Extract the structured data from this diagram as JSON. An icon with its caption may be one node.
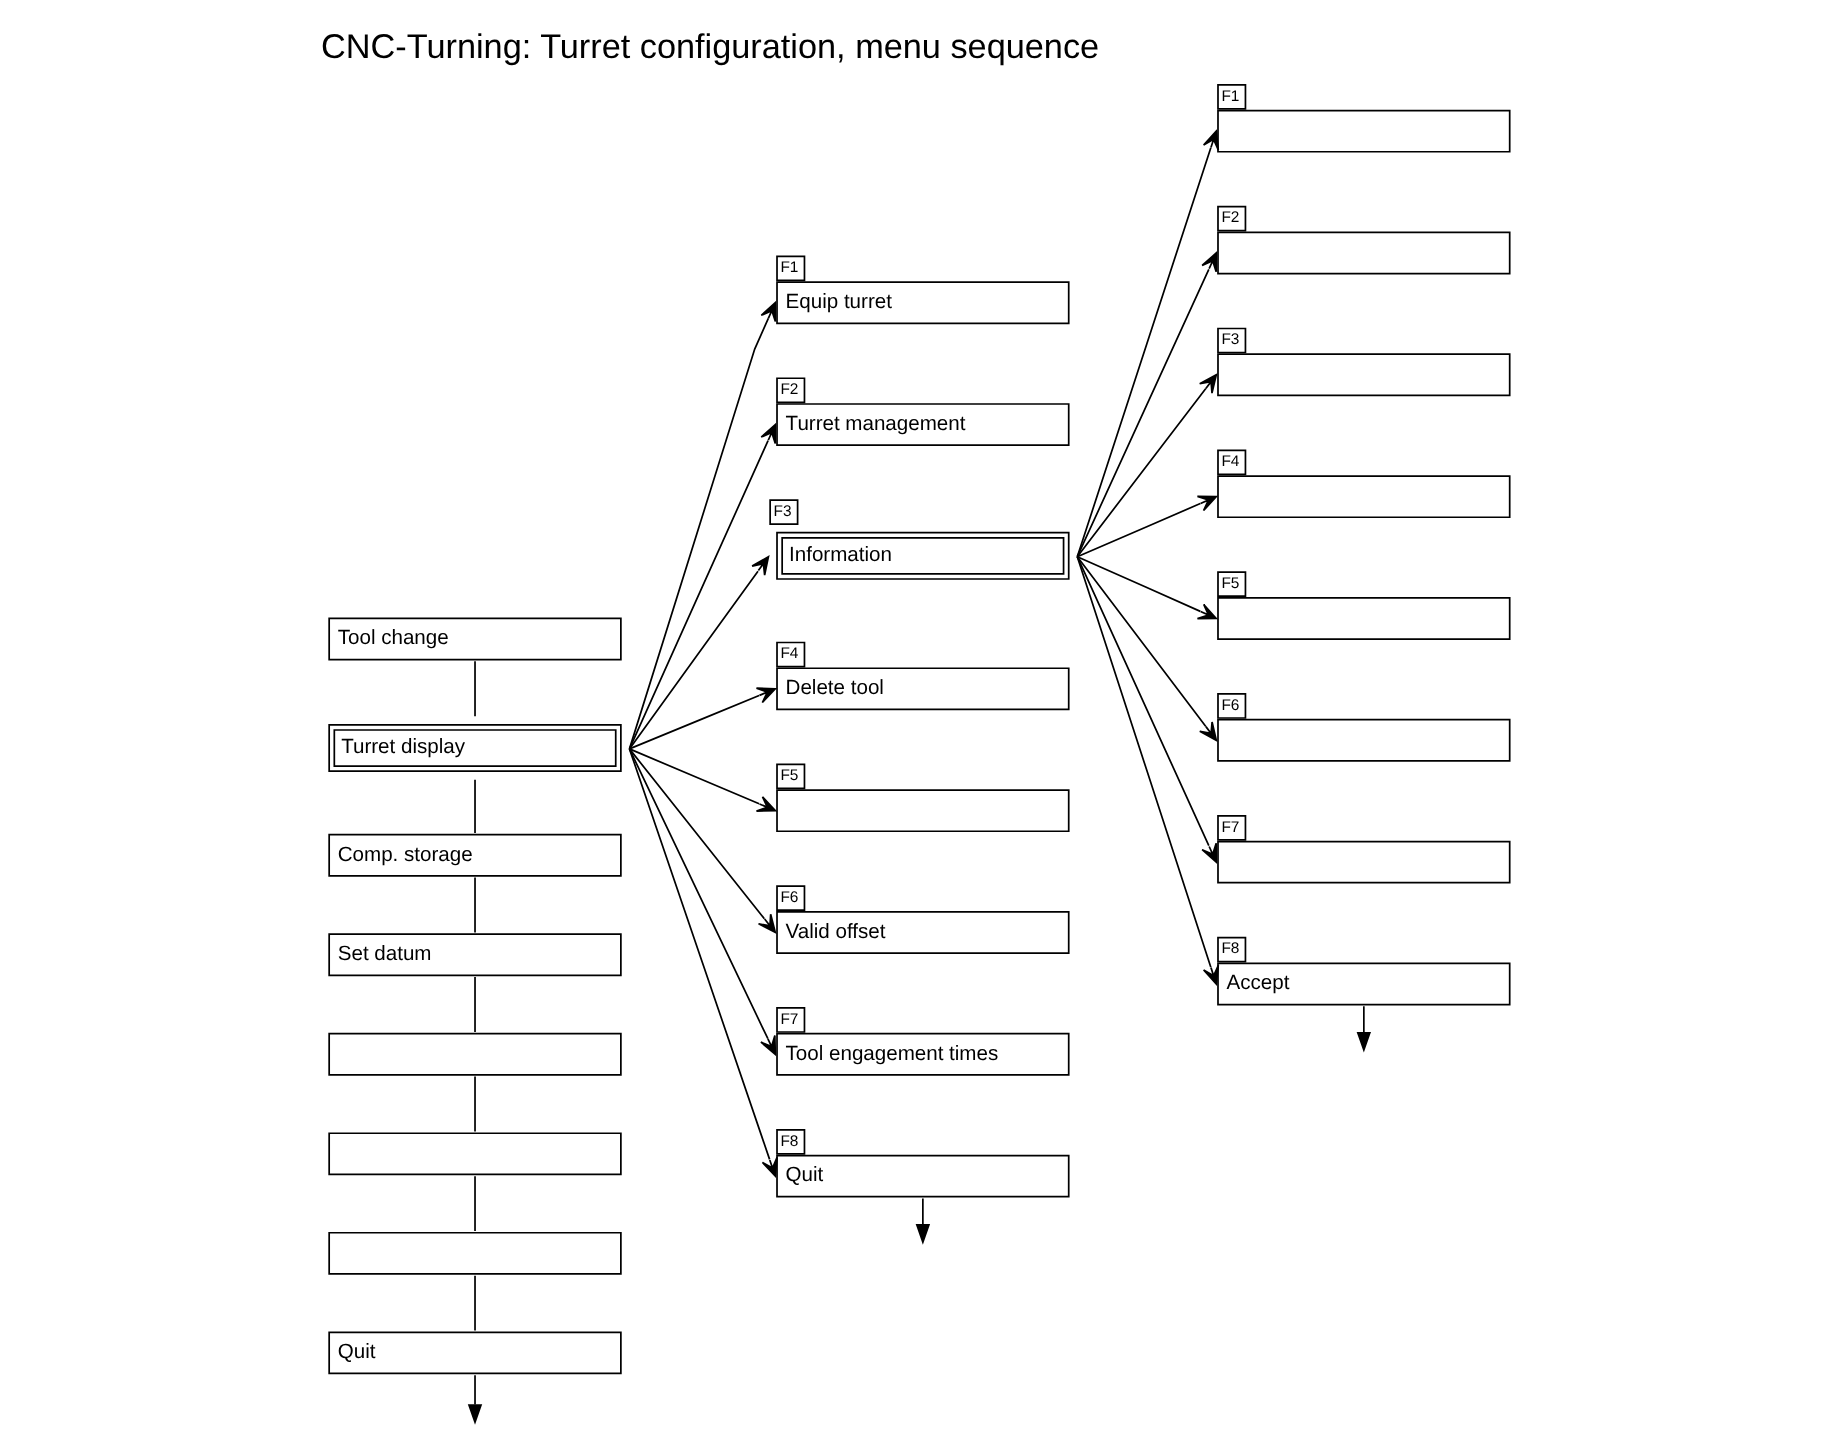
{
  "diagram": {
    "title": "CNC-Turning: Turret configuration, menu sequence",
    "nodes": [
      {
        "text": [
          "Tool change"
        ]
      },
      {
        "text": [
          "Turret display"
        ]
      },
      {
        "text": [
          "Comp. storage"
        ]
      },
      {
        "text": [
          "Set datum"
        ]
      },
      {
        "text": [],
        "shape": "box"
      },
      {
        "text": [],
        "shape": "box"
      },
      {
        "text": [],
        "shape": "box"
      },
      {
        "text": [
          "Quit"
        ]
      },
      {
        "text": [
          "Equip turret"
        ],
        "beside": [
          "F1"
        ]
      },
      {
        "text": [
          "Turret management"
        ],
        "beside": [
          "F2"
        ]
      },
      {
        "text": [
          "Information"
        ],
        "beside": [
          "F3"
        ]
      },
      {
        "text": [
          "Delete tool"
        ],
        "beside": [
          "F4"
        ]
      },
      {
        "text": [],
        "shape": "box",
        "beside": [
          "F5"
        ]
      },
      {
        "text": [
          "Valid offset"
        ],
        "beside": [
          "F6"
        ]
      },
      {
        "text": [
          "Tool engagement times"
        ],
        "beside": [
          "F7"
        ]
      },
      {
        "text": [
          "Quit"
        ],
        "beside": [
          "F8"
        ]
      },
      {
        "text": [],
        "shape": "box",
        "beside": [
          "F1"
        ]
      },
      {
        "text": [],
        "shape": "box",
        "beside": [
          "F2"
        ]
      },
      {
        "text": [],
        "shape": "box",
        "beside": [
          "F3"
        ]
      },
      {
        "text": [],
        "shape": "box",
        "beside": [
          "F4"
        ]
      },
      {
        "text": [],
        "shape": "box",
        "beside": [
          "F5"
        ]
      },
      {
        "text": [],
        "shape": "box",
        "beside": [
          "F6"
        ]
      },
      {
        "text": [],
        "shape": "box",
        "beside": [
          "F7"
        ]
      },
      {
        "text": [
          "Accept"
        ],
        "beside": [
          "F8"
        ]
      }
    ],
    "edges": [
      {
        "from": 0,
        "to": 1,
        "arrow": "none"
      },
      {
        "from": 1,
        "to": 2,
        "arrow": "none"
      },
      {
        "from": 2,
        "to": 3,
        "arrow": "none"
      },
      {
        "from": 3,
        "to": 4,
        "arrow": "none"
      },
      {
        "from": 4,
        "to": 5,
        "arrow": "none"
      },
      {
        "from": 5,
        "to": 6,
        "arrow": "none"
      },
      {
        "from": 6,
        "to": 7,
        "arrow": "none"
      },
      {
        "from": 1,
        "to": 8,
        "arrow": "to"
      },
      {
        "from": 1,
        "to": 9,
        "arrow": "to"
      },
      {
        "from": 1,
        "to": 10,
        "arrow": "to"
      },
      {
        "from": 1,
        "to": 11,
        "arrow": "to"
      },
      {
        "from": 1,
        "to": 12,
        "arrow": "to"
      },
      {
        "from": 1,
        "to": 13,
        "arrow": "to"
      },
      {
        "from": 1,
        "to": 14,
        "arrow": "to"
      },
      {
        "from": 1,
        "to": 15,
        "arrow": "to"
      },
      {
        "from": 10,
        "to": 16,
        "arrow": "to"
      },
      {
        "from": 10,
        "to": 17,
        "arrow": "to"
      },
      {
        "from": 10,
        "to": 18,
        "arrow": "to"
      },
      {
        "from": 10,
        "to": 19,
        "arrow": "to"
      },
      {
        "from": 10,
        "to": 20,
        "arrow": "to"
      },
      {
        "from": 10,
        "to": 21,
        "arrow": "to"
      },
      {
        "from": 10,
        "to": 22,
        "arrow": "to"
      },
      {
        "from": 10,
        "to": 23,
        "arrow": "to"
      },
      {
        "from": 7,
        "to": null,
        "arrow": "to"
      },
      {
        "from": 15,
        "to": null,
        "arrow": "to"
      },
      {
        "from": 23,
        "to": null,
        "arrow": "to"
      }
    ]
  }
}
